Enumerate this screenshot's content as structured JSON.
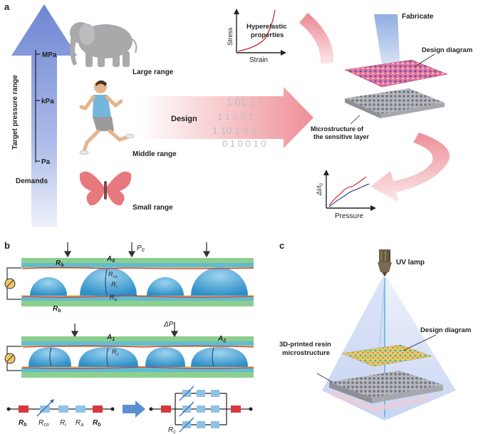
{
  "panel_a": {
    "label": "a",
    "axis_title": "Target pressure range",
    "ticks": [
      "MPa",
      "kPa",
      "Pa"
    ],
    "demands": "Demands",
    "ranges": [
      "Large range",
      "Middle range",
      "Small range"
    ],
    "design": "Design",
    "binary_rows": [
      "1 01  1  1",
      "1 1 0 0 1",
      "1 10  1  0 1 0",
      "0 1 0  0  1 0"
    ],
    "stress": "Stress",
    "strain": "Strain",
    "hyperelastic_line1": "Hyperelastic",
    "hyperelastic_line2": "properties",
    "fabricate": "Fabricate",
    "design_diagram": "Design diagram",
    "microstructure_line1": "Microstructure of",
    "microstructure_line2": "the sensitive layer",
    "pressure": "Pressure",
    "delta_i": "ΔI/I",
    "delta_i_sub": "0"
  },
  "panel_b": {
    "label": "b",
    "p0": "P",
    "p0_sub": "0",
    "delta_p": "ΔP",
    "a0": "A",
    "a0_sub": "0",
    "a1": "A",
    "a1_sub": "1",
    "a2": "A",
    "a2_sub": "2",
    "rb": "R",
    "rb_sub": "b",
    "rco": "R",
    "rco_sub": "co",
    "ri": "R",
    "ri_sub": "i",
    "ra": "R",
    "ra_sub": "a",
    "rc": "R",
    "rc_sub": "c"
  },
  "panel_c": {
    "label": "c",
    "uv_lamp": "UV lamp",
    "design_diagram": "Design diagram",
    "resin_line1": "3D-printed resin",
    "resin_line2": "microstructure"
  },
  "colors": {
    "blue_arrow": "#7f97d8",
    "pink_arrow": "#e8888f",
    "cyan_film": "#5ab8c8",
    "dome": "#4aa6d6",
    "red_resistor": "#d9363e",
    "light_blue_resistor": "#8fc3e6"
  }
}
